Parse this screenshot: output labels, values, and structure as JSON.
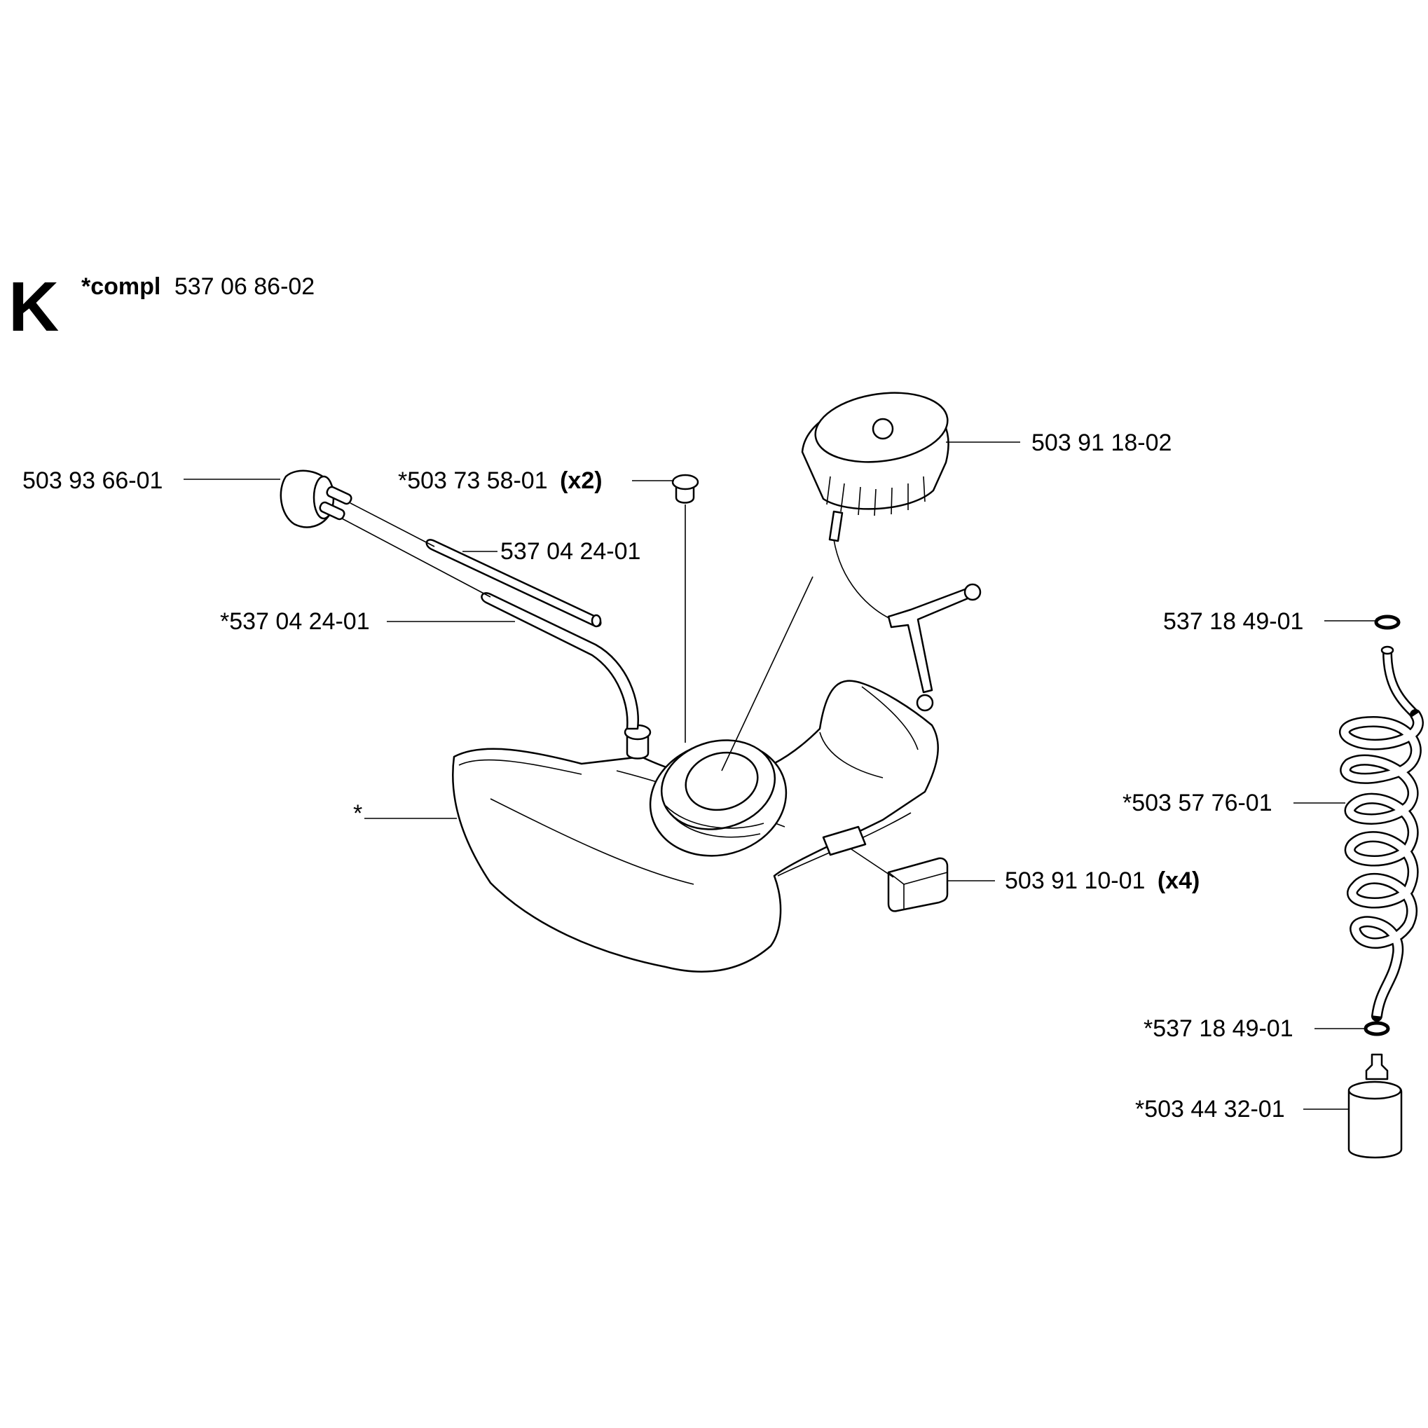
{
  "section": {
    "letter": "K",
    "compl_prefix": "*compl",
    "compl_number": "537 06 86-02"
  },
  "parts": {
    "primer_bulb": {
      "number": "503 93 66-01"
    },
    "grommet": {
      "number": "*503 73 58-01",
      "qty": "(x2)"
    },
    "fuel_cap": {
      "number": "503 91 18-02"
    },
    "fuel_hose": {
      "number": "537 04 24-01"
    },
    "fuel_hose_kit": {
      "number": "*537 04 24-01"
    },
    "oring_top": {
      "number": "537 18 49-01"
    },
    "coil_hose": {
      "number": "*503 57 76-01"
    },
    "rubber_mount": {
      "number": "503 91 10-01",
      "qty": "(x4)"
    },
    "oring_bottom": {
      "number": "*537 18 49-01"
    },
    "fuel_filter": {
      "number": "*503 44 32-01"
    },
    "fuel_tank": {
      "number": "*"
    }
  }
}
